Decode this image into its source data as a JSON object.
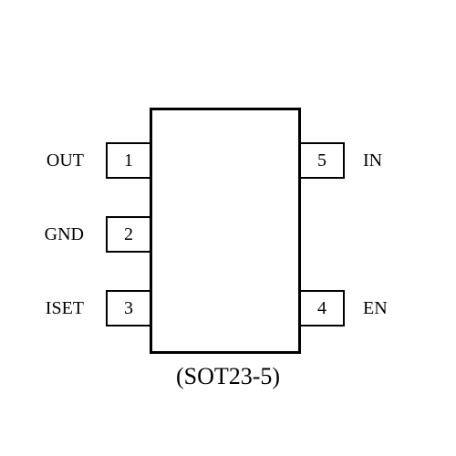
{
  "package_label": "(SOT23-5)",
  "pins": {
    "p1": {
      "number": "1",
      "name": "OUT"
    },
    "p2": {
      "number": "2",
      "name": "GND"
    },
    "p3": {
      "number": "3",
      "name": "ISET"
    },
    "p4": {
      "number": "4",
      "name": "EN"
    },
    "p5": {
      "number": "5",
      "name": "IN"
    }
  },
  "colors": {
    "stroke": "#000000",
    "background": "#ffffff"
  }
}
